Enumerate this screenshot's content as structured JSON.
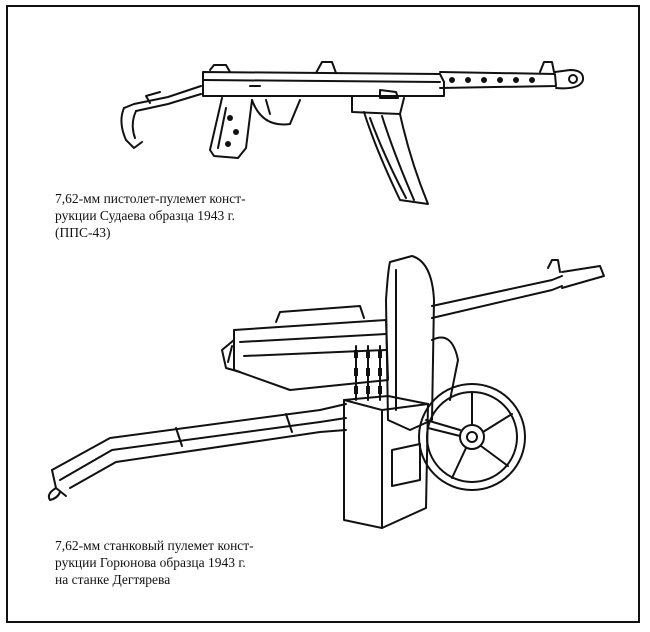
{
  "figures": [
    {
      "illustration": "pps-43-submachine-gun",
      "caption_lines": [
        "7,62-мм пистолет-пулемет конст-",
        "рукции Судаева образца 1943 г.",
        "(ППС-43)"
      ]
    },
    {
      "illustration": "goryunov-machine-gun-on-degtyarev-mount",
      "caption_lines": [
        "7,62-мм станковый пулемет конст-",
        "рукции Горюнова образца 1943 г.",
        "на станке Дегтярева"
      ]
    }
  ]
}
